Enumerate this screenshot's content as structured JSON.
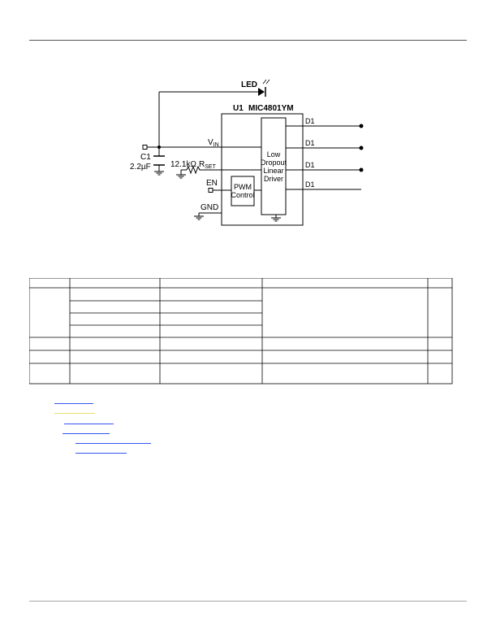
{
  "schematic": {
    "led_label": "LED",
    "u1_ref": "U1",
    "u1_part": "MIC4801YM",
    "vin_label": "V",
    "vin_sub": "IN",
    "c1_ref": "C1",
    "c1_value": "2.2µF",
    "rset_value": "12.1kΩ",
    "rset_label": "R",
    "rset_sub": "SET",
    "en_label": "EN",
    "gnd_label": "GND",
    "pwm_line1": "PWM",
    "pwm_line2": "Control",
    "driver_line1": "Low",
    "driver_line2": "Dropout",
    "driver_line3": "Linear",
    "driver_line4": "Driver",
    "d1_label": "D1"
  },
  "colors": {
    "link": "#3355ee",
    "rule": "#555555"
  }
}
